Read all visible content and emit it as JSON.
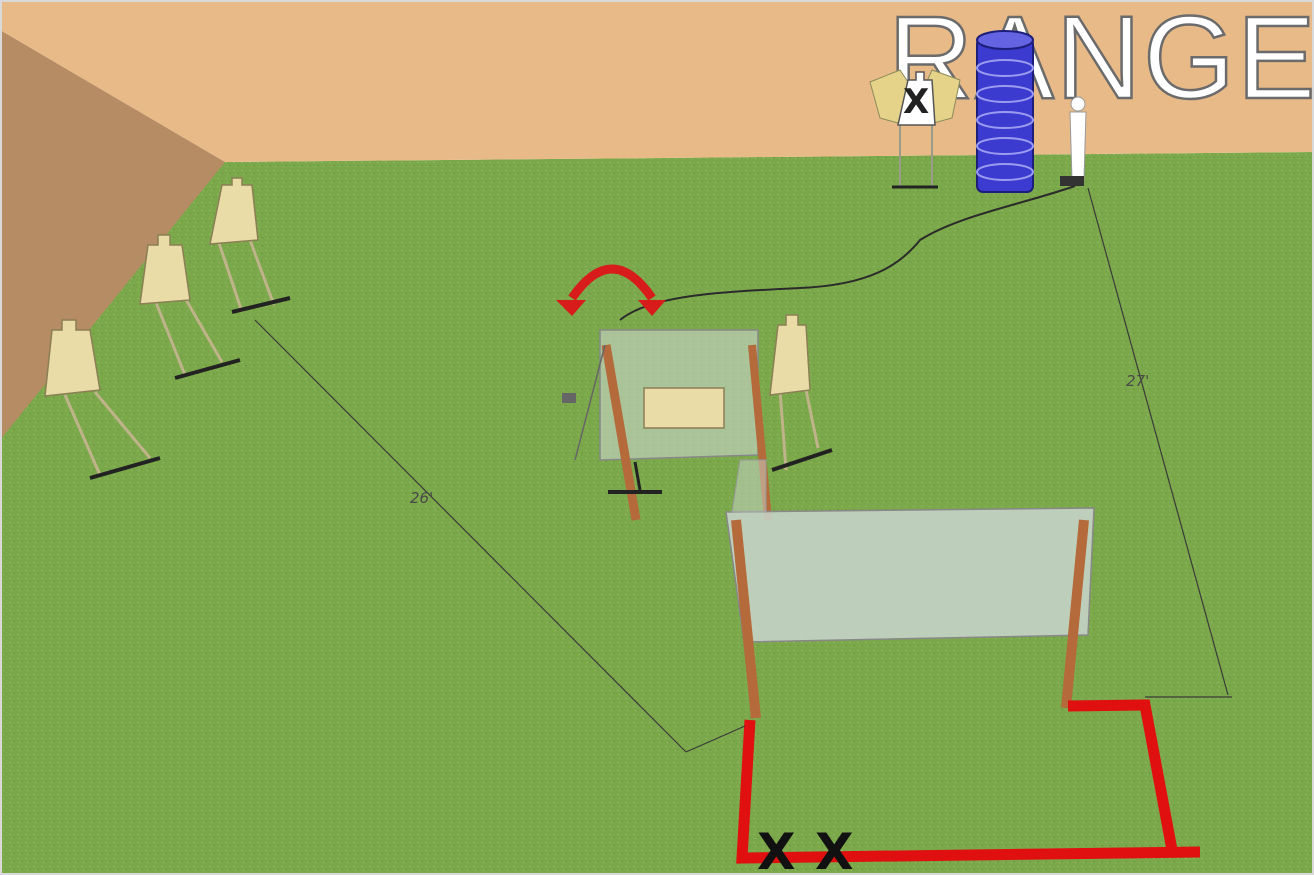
{
  "sign": {
    "text": "RANGE"
  },
  "dimensions": {
    "left_distance": "26'",
    "right_distance": "27'"
  },
  "markers": {
    "target_mark": "X",
    "start_positions": [
      "X",
      "X"
    ]
  },
  "colors": {
    "grass": "#7aa648",
    "berm_light": "#e7b989",
    "berm_side": "#b48a62",
    "fault_line": "#e01010",
    "swing_arrow": "#d81b1b",
    "barrel": "#3b3bd0",
    "post": "#b46a3a",
    "wall_glass": "#c9d6cf",
    "target": "#e9dca6"
  },
  "icons": [
    "swing-rotation-arrow-icon",
    "steel-popper-icon",
    "x-mark-icon"
  ]
}
